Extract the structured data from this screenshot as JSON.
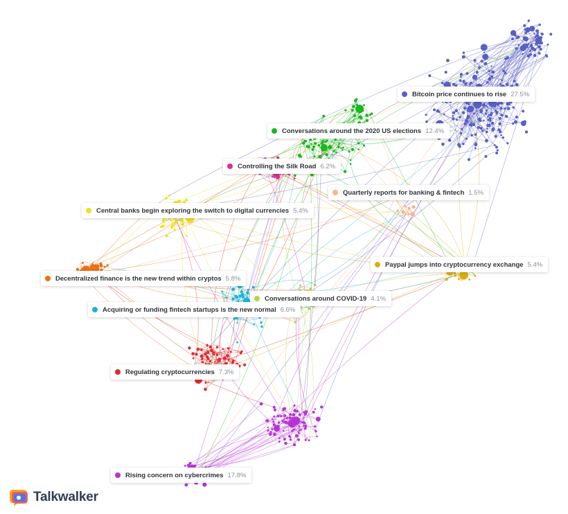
{
  "topics": [
    {
      "key": "bitcoin",
      "label": "Bitcoin price continues to rise",
      "share": "27.5%",
      "color": "#5a5fc4"
    },
    {
      "key": "elections",
      "label": "Conversations around the 2020 US elections",
      "share": "12.4%",
      "color": "#1bb820"
    },
    {
      "key": "silkroad",
      "label": "Controlling the Silk Road",
      "share": "6.2%",
      "color": "#d8308f"
    },
    {
      "key": "banking",
      "label": "Quarterly reports for banking & fintech",
      "share": "1.5%",
      "color": "#f4b58e"
    },
    {
      "key": "central",
      "label": "Central banks begin exploring the switch to digital currencies",
      "share": "5.4%",
      "color": "#f0e023"
    },
    {
      "key": "paypal",
      "label": "Paypal jumps into cryptocurrency exchange",
      "share": "5.4%",
      "color": "#d8b00c"
    },
    {
      "key": "defi",
      "label": "Decentralized finance is the new trend within cryptos",
      "share": "5.8%",
      "color": "#ec7018"
    },
    {
      "key": "covid",
      "label": "Conversations around COVID-19",
      "share": "4.1%",
      "color": "#b7d24f"
    },
    {
      "key": "fintech",
      "label": "Acquiring or funding fintech startups is the new normal",
      "share": "6.6%",
      "color": "#1cb5d2"
    },
    {
      "key": "regulating",
      "label": "Regulating cryptocurrencies",
      "share": "7.3%",
      "color": "#dd2c2c"
    },
    {
      "key": "cyber",
      "label": "Rising concern on cybercrimes",
      "share": "17.8%",
      "color": "#b535d6"
    }
  ],
  "brand": {
    "name": "Talkwalker"
  }
}
